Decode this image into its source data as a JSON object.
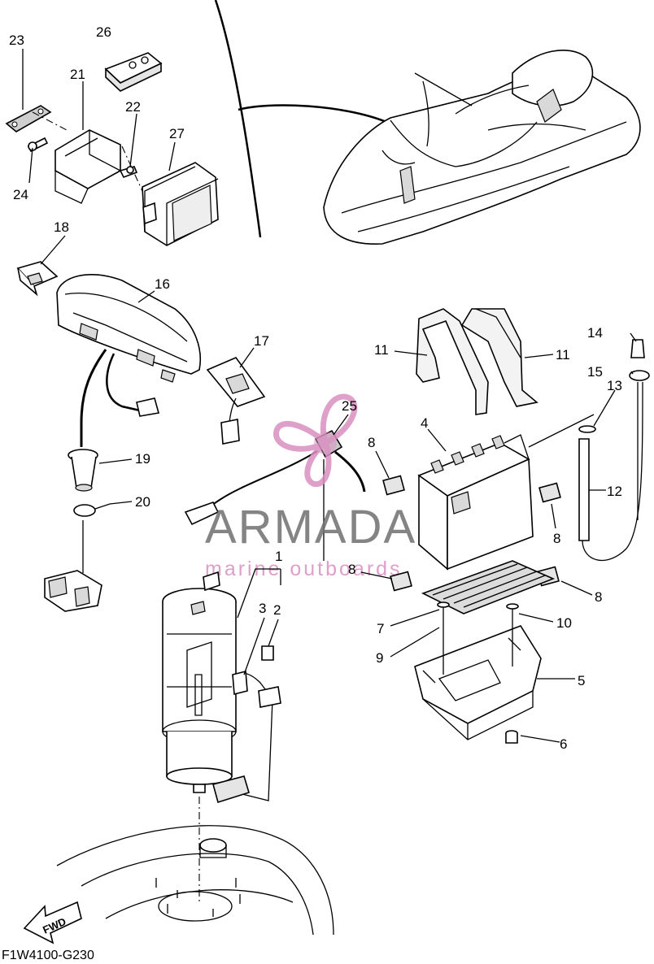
{
  "diagram_code": "F1W4100-G230",
  "direction_label": "FWD",
  "watermark": {
    "brand": "ARMADA",
    "tagline": "marine outboards",
    "accent_color": "#d98fc0",
    "text_color": "#6f6f6f"
  },
  "callouts": {
    "c1": "1",
    "c2": "2",
    "c3": "3",
    "c4": "4",
    "c5": "5",
    "c6": "6",
    "c7": "7",
    "c8a": "8",
    "c8b": "8",
    "c8c": "8",
    "c8d": "8",
    "c9": "9",
    "c10": "10",
    "c11a": "11",
    "c11b": "11",
    "c12": "12",
    "c13": "13",
    "c14": "14",
    "c15": "15",
    "c16": "16",
    "c17": "17",
    "c18": "18",
    "c19": "19",
    "c20": "20",
    "c21": "21",
    "c22": "22",
    "c23": "23",
    "c24": "24",
    "c25": "25",
    "c26": "26",
    "c27": "27"
  }
}
